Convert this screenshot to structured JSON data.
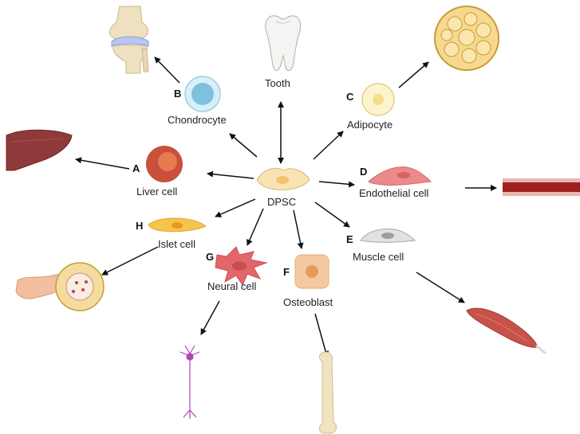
{
  "center": {
    "label": "DPSC"
  },
  "branches": [
    {
      "letter": "",
      "label": "Tooth",
      "icon": "tooth-icon"
    },
    {
      "letter": "A",
      "label": "Liver cell",
      "icon": "liver-icon"
    },
    {
      "letter": "B",
      "label": "Chondrocyte",
      "icon": "knee-joint-icon"
    },
    {
      "letter": "C",
      "label": "Adipocyte",
      "icon": "adipose-tissue-icon"
    },
    {
      "letter": "D",
      "label": "Endothelial cell",
      "icon": "blood-vessel-icon"
    },
    {
      "letter": "E",
      "label": "Muscle cell",
      "icon": "muscle-icon"
    },
    {
      "letter": "F",
      "label": "Osteoblast",
      "icon": "bone-icon"
    },
    {
      "letter": "G",
      "label": "Neural cell",
      "icon": "neuron-icon"
    },
    {
      "letter": "H",
      "label": "Islet cell",
      "icon": "pancreas-icon"
    }
  ],
  "colors": {
    "arrow": "#111111",
    "dpsc_cell": "#f8e3b4",
    "chondrocyte": "#9fd3ea",
    "adipocyte": "#fbeab8",
    "liver": "#c9503a",
    "endothelial": "#ea8a8a",
    "muscle_cell": "#d4d4d4",
    "osteoblast": "#f5c9a0",
    "neural_cell": "#e3666b",
    "islet_cell": "#f5c44e",
    "neuron": "#b245b8"
  }
}
